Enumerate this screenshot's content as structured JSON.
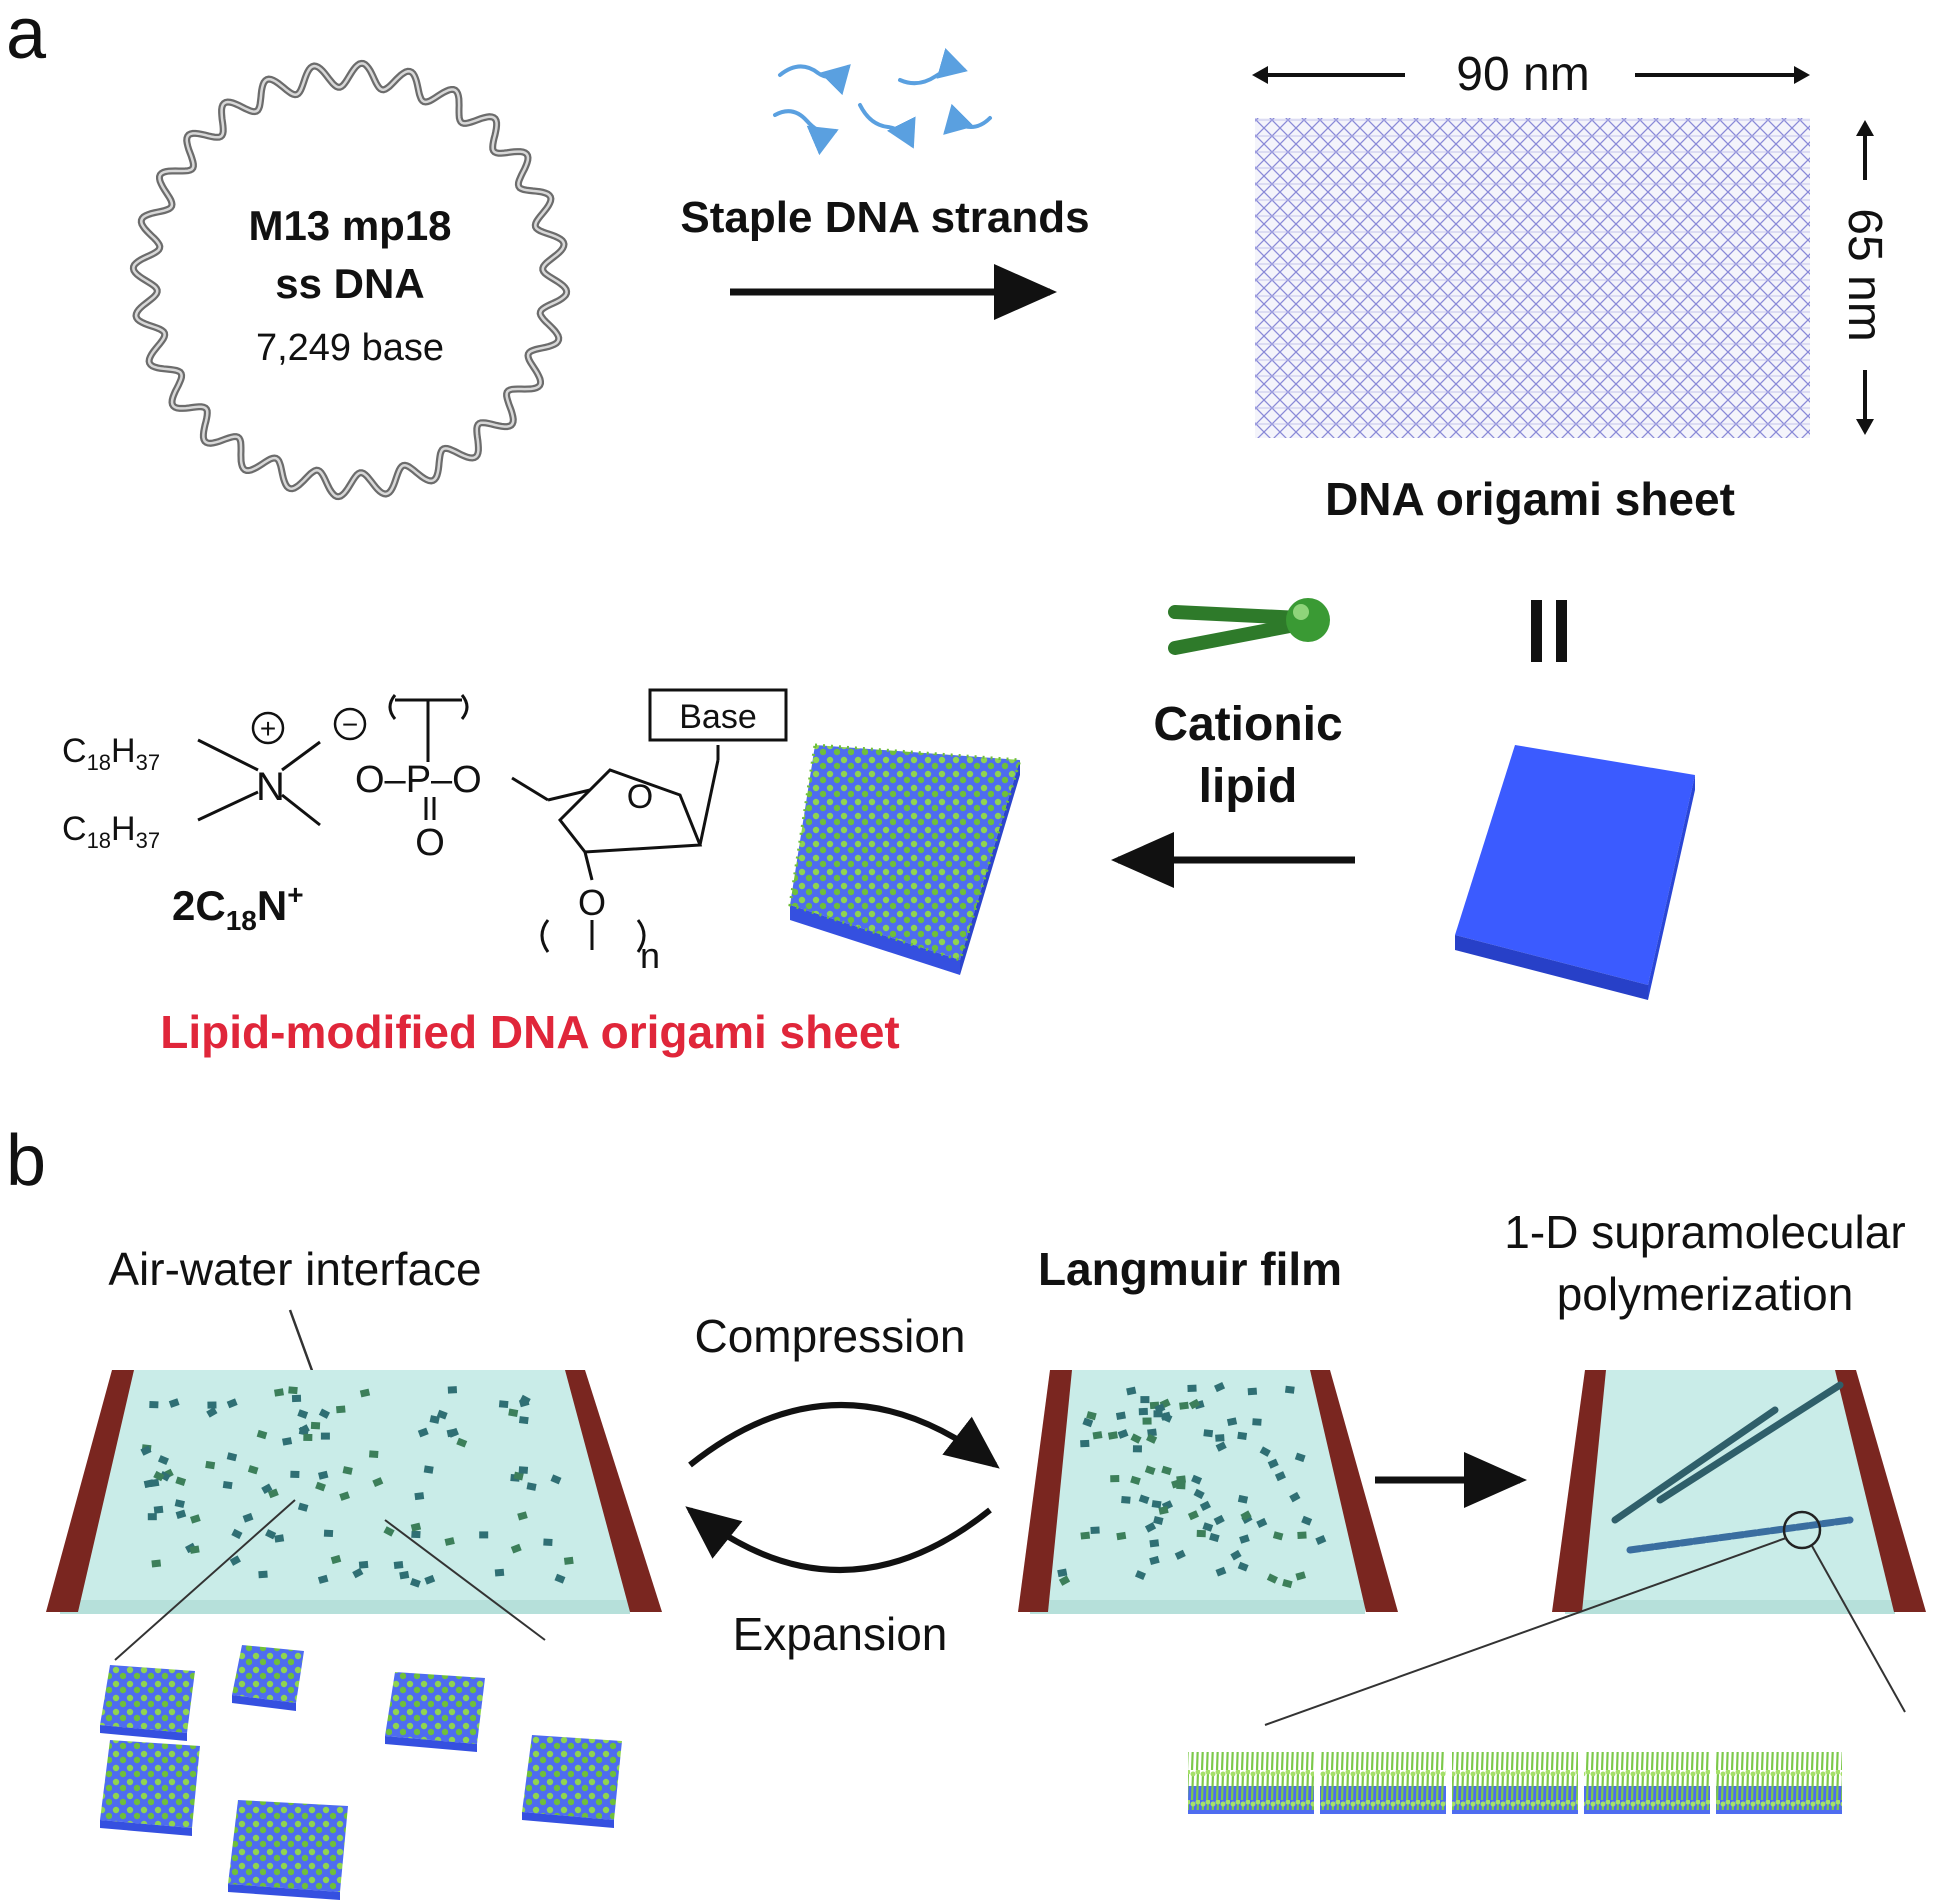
{
  "panel_a": {
    "label": "a",
    "m13": {
      "line1": "M13 mp18",
      "line2": "ss DNA",
      "line3": "7,249 base"
    },
    "staple_label": "Staple DNA strands",
    "width_label": "90 nm",
    "height_label": "65 nm",
    "origami_label": "DNA origami sheet",
    "equals": "=",
    "cationic_line1": "Cationic",
    "cationic_line2": "lipid",
    "chem": {
      "c18h37_top": "C18H37",
      "c18h37_bottom": "C18H37",
      "nitrogen": "N",
      "plus": "+",
      "minus": "−",
      "phosphate": "O–P–O",
      "p_dbl_o": "O",
      "o_ring": "O",
      "o_bottom": "O",
      "base_box": "Base",
      "n_sub": "n",
      "compound": "2C18N+"
    },
    "lipid_sheet_label": "Lipid-modified DNA origami sheet"
  },
  "panel_b": {
    "label": "b",
    "air_water_label": "Air-water interface",
    "compression_label": "Compression",
    "expansion_label": "Expansion",
    "langmuir_label": "Langmuir film",
    "poly_line1": "1-D supramolecular",
    "poly_line2": "polymerization"
  },
  "colors": {
    "accent_red": "#e0263a",
    "origami_blue": "#3b5bff",
    "lipid_green": "#6fbf3a",
    "water": "#c9ece8",
    "barrier": "#7a2620",
    "staple_blue": "#5aa0e0"
  }
}
